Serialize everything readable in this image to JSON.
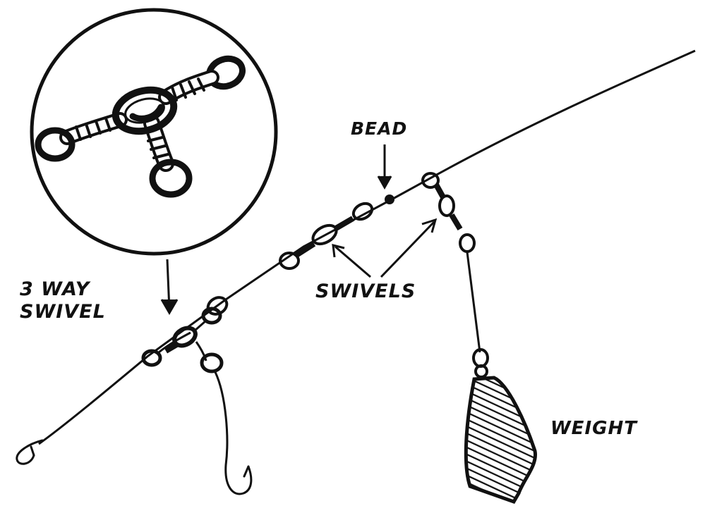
{
  "labels": {
    "bead": "BEAD",
    "swivels": "SWIVELS",
    "three_way_line1": "3 WAY",
    "three_way_line2": "SWIVEL",
    "weight": "WEIGHT"
  },
  "colors": {
    "ink": "#111111",
    "paper": "#ffffff"
  }
}
